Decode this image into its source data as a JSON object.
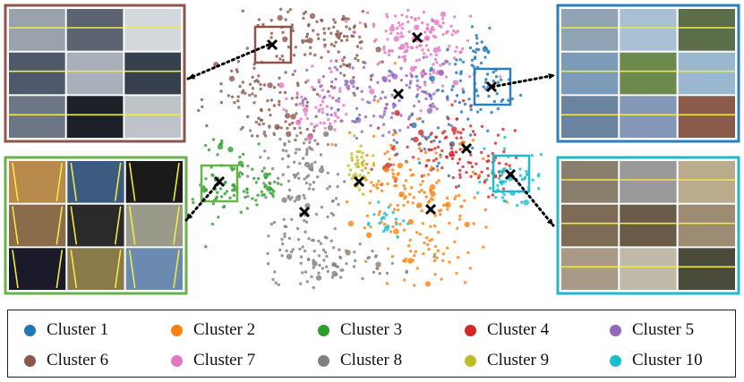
{
  "legend": [
    {
      "label": "Cluster 1",
      "color": "#1f77b4"
    },
    {
      "label": "Cluster 2",
      "color": "#ff7f0e"
    },
    {
      "label": "Cluster 3",
      "color": "#2ca02c"
    },
    {
      "label": "Cluster 4",
      "color": "#d62728"
    },
    {
      "label": "Cluster 5",
      "color": "#9467bd"
    },
    {
      "label": "Cluster 6",
      "color": "#8c564b"
    },
    {
      "label": "Cluster 7",
      "color": "#e377c2"
    },
    {
      "label": "Cluster 8",
      "color": "#7f7f7f"
    },
    {
      "label": "Cluster 9",
      "color": "#bcbd22"
    },
    {
      "label": "Cluster 10",
      "color": "#17becf"
    }
  ],
  "photo_panels": [
    {
      "cluster": "Cluster 6",
      "frame_color": "#8c564b",
      "side": "top-left"
    },
    {
      "cluster": "Cluster 3",
      "frame_color": "#6ab04c",
      "side": "bottom-left"
    },
    {
      "cluster": "Cluster 1",
      "frame_color": "#2a7fc1",
      "side": "top-right"
    },
    {
      "cluster": "Cluster 10",
      "frame_color": "#1fb8cf",
      "side": "bottom-right"
    }
  ],
  "centroid_marker": "x-mark-icon"
}
